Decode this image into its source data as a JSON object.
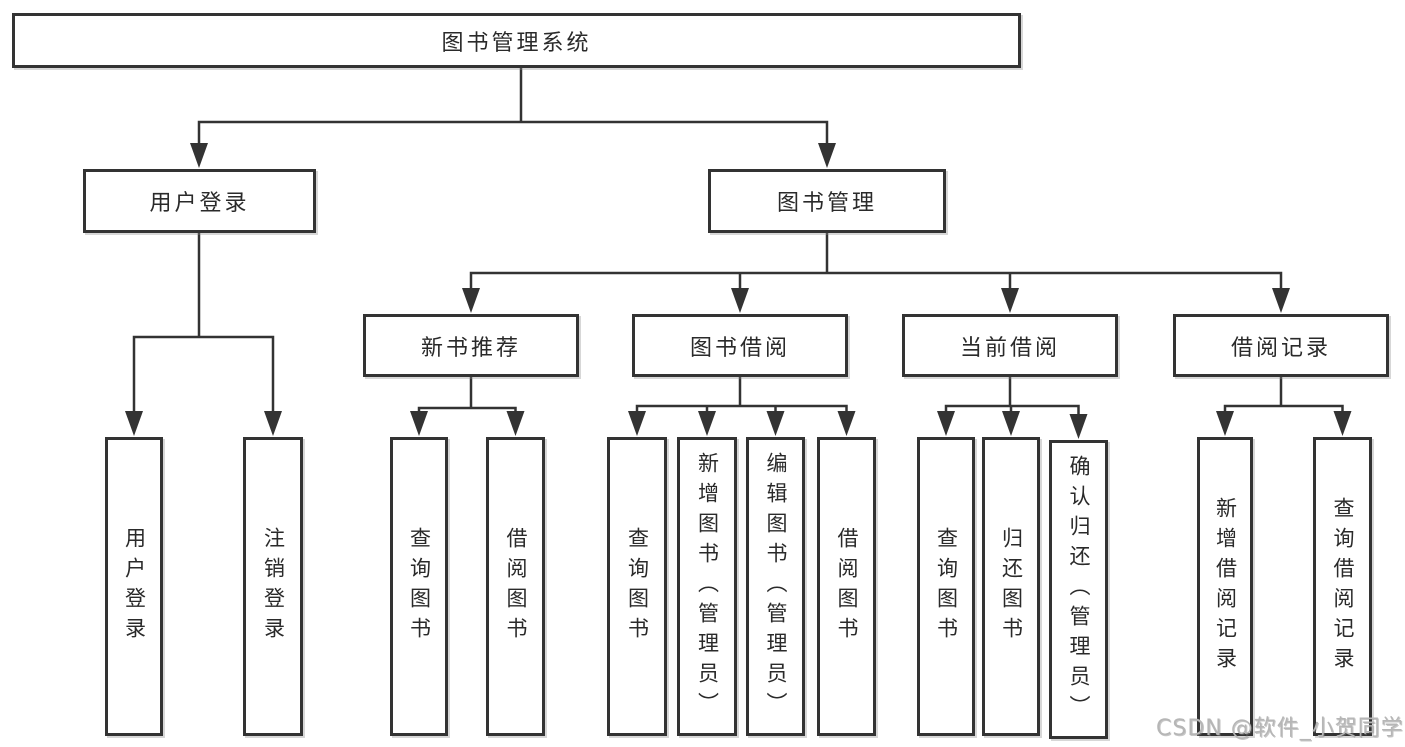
{
  "tree": {
    "root": {
      "label": "图书管理系统"
    },
    "branches": [
      {
        "label": "用户登录",
        "children": [
          {
            "label": "用户登录"
          },
          {
            "label": "注销登录"
          }
        ]
      },
      {
        "label": "图书管理",
        "children": [
          {
            "label": "新书推荐",
            "children": [
              {
                "label": "查询图书"
              },
              {
                "label": "借阅图书"
              }
            ]
          },
          {
            "label": "图书借阅",
            "children": [
              {
                "label": "查询图书"
              },
              {
                "label": "新增图书（管理员）"
              },
              {
                "label": "编辑图书（管理员）"
              },
              {
                "label": "借阅图书"
              }
            ]
          },
          {
            "label": "当前借阅",
            "children": [
              {
                "label": "查询图书"
              },
              {
                "label": "归还图书"
              },
              {
                "label": "确认归还（管理员）"
              }
            ]
          },
          {
            "label": "借阅记录",
            "children": [
              {
                "label": "新增借阅记录"
              },
              {
                "label": "查询借阅记录"
              }
            ]
          }
        ]
      }
    ]
  },
  "watermark": {
    "text": "CSDN @软件_小贺同学"
  },
  "colors": {
    "line": "#333333",
    "box_border": "#333333",
    "text": "#2a2a2a",
    "watermark": "#b6b6b6",
    "background": "#ffffff"
  }
}
